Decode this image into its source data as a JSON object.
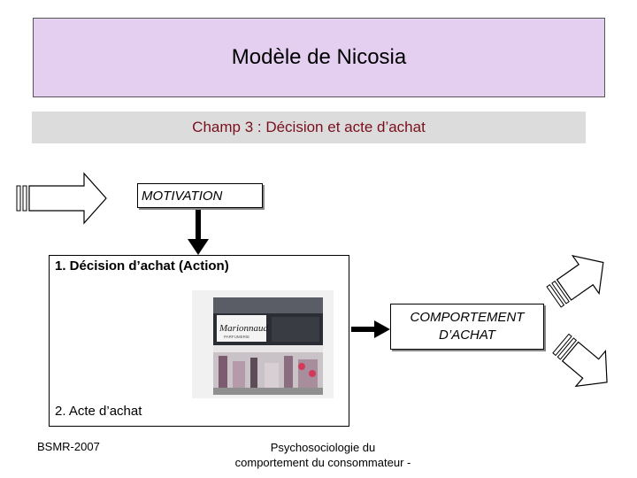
{
  "title": "Modèle de Nicosia",
  "subtitle": "Champ 3 : Décision et acte d’achat",
  "motivation": "MOTIVATION",
  "decision": {
    "item1": "1.  Décision d’achat (Action)",
    "item2": "2.  Acte d’achat"
  },
  "comportement": {
    "line1": "COMPORTEMENT",
    "line2": "D’ACHAT"
  },
  "photo": {
    "sign_main": "Marionnaud",
    "sign_sub": "PARFUMERIE"
  },
  "footer": {
    "left": "BSMR-2007",
    "center_line1": "Psychosociologie du",
    "center_line2": "comportement du consommateur -"
  },
  "colors": {
    "title_bg": "#e4cff1",
    "subtitle_bg": "#dcdcdc",
    "subtitle_text": "#7a0f1e"
  }
}
